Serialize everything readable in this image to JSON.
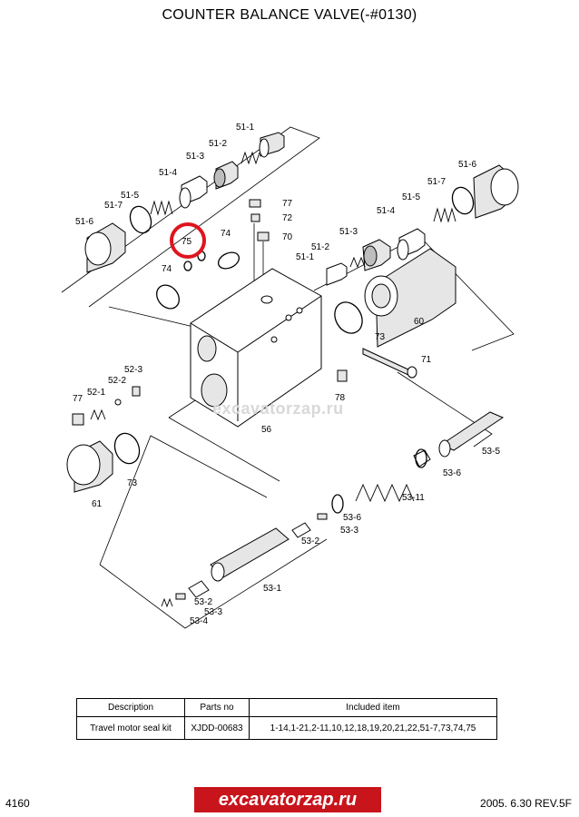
{
  "title": "COUNTER BALANCE VALVE(-#0130)",
  "callouts": {
    "c51_1a": "51-1",
    "c51_2a": "51-2",
    "c51_3a": "51-3",
    "c51_4a": "51-4",
    "c51_5a": "51-5",
    "c51_6a": "51-6",
    "c51_7a": "51-7",
    "c51_6b": "51-6",
    "c51_7b": "51-7",
    "c51_5b": "51-5",
    "c51_4b": "51-4",
    "c51_3b": "51-3",
    "c51_2b": "51-2",
    "c51_1b": "51-1",
    "c77a": "77",
    "c72": "72",
    "c70": "70",
    "c75": "75",
    "c74a": "74",
    "c74b": "74",
    "c60": "60",
    "c73a": "73",
    "c71": "71",
    "c52_3": "52-3",
    "c52_2": "52-2",
    "c52_1": "52-1",
    "c77b": "77",
    "c78": "78",
    "c56": "56",
    "c61": "61",
    "c73b": "73",
    "c53_5": "53-5",
    "c53_6a": "53-6",
    "c53_11": "53-11",
    "c53_6b": "53-6",
    "c53_3a": "53-3",
    "c53_2a": "53-2",
    "c53_1": "53-1",
    "c53_2b": "53-2",
    "c53_3b": "53-3",
    "c53_4": "53-4"
  },
  "highlight": {
    "part": "75",
    "color": "#e0141e"
  },
  "watermark": "excavatorzap.ru",
  "table": {
    "headers": [
      "Description",
      "Parts no",
      "Included item"
    ],
    "row": [
      "Travel motor seal kit",
      "XJDD-00683",
      "1-14,1-21,2-11,10,12,18,19,20,21,22,51-7,73,74,75"
    ]
  },
  "footer": {
    "page_number": "4160",
    "brand": "excavatorzap.ru",
    "revision": "2005. 6.30  REV.5F"
  },
  "colors": {
    "brand_red": "#c8141b"
  }
}
